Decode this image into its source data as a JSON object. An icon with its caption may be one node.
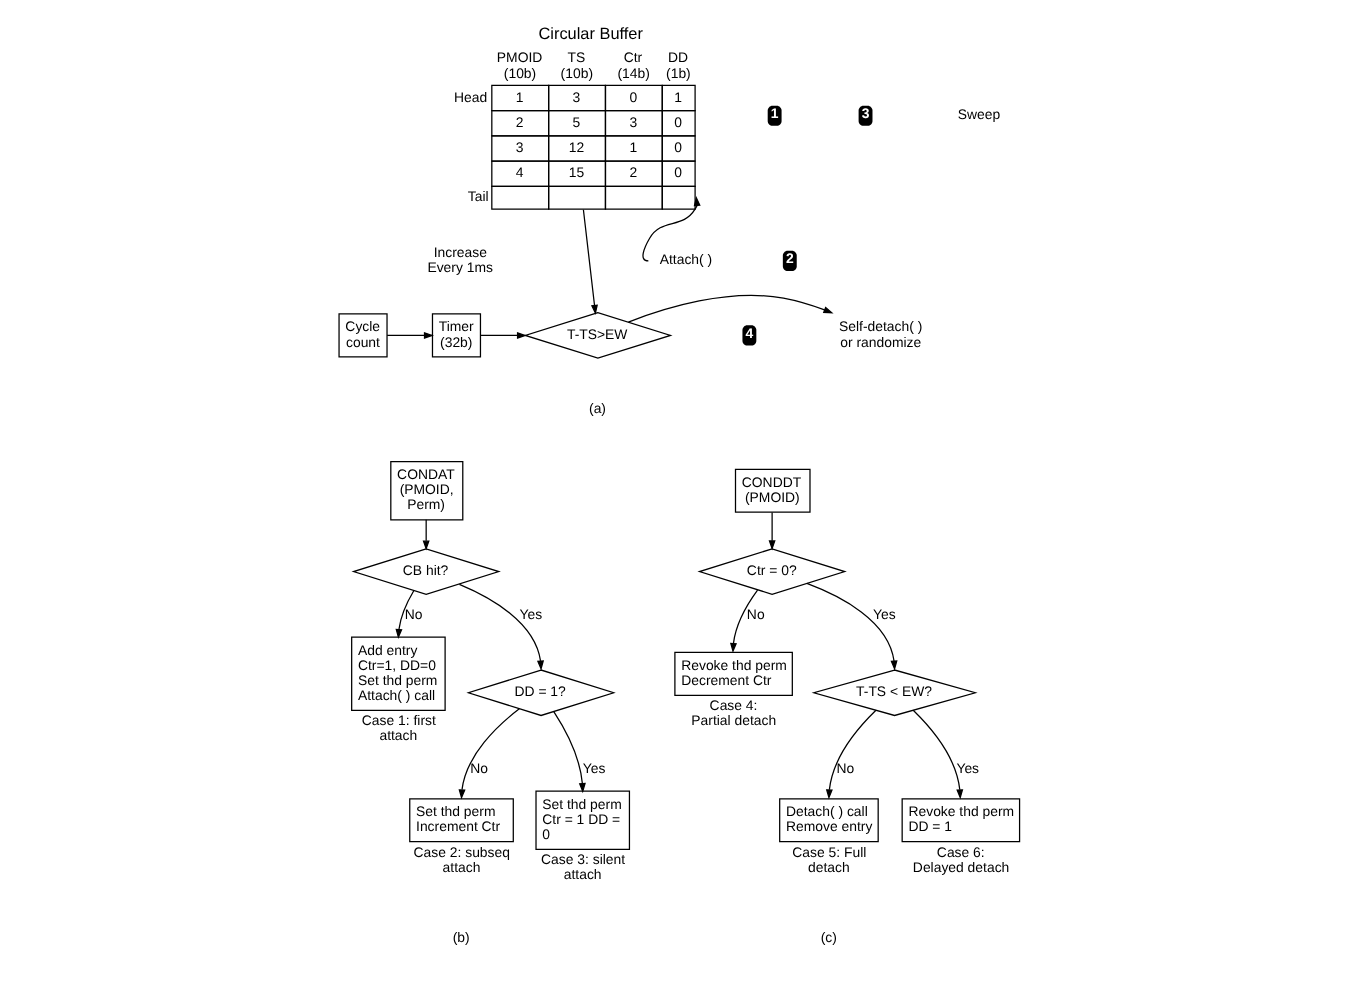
{
  "diagram": {
    "nodes": [
      {
        "text": [
          "Circular Buffer",
          "PMOID (10b)",
          "TS (10b)",
          "Ctr (14b)",
          "DD (1b)",
          "1",
          "3",
          "0",
          "1",
          "2",
          "5",
          "3",
          "0",
          "3",
          "12",
          "1",
          "0",
          "4",
          "15",
          "2",
          "0"
        ],
        "beside": [
          "Head",
          "Tail"
        ]
      },
      {
        "text": [
          "Attach( )"
        ]
      },
      {
        "text": [
          "Cycle count"
        ]
      },
      {
        "text": [
          "Timer (32b)"
        ]
      },
      {
        "text": [
          "T-TS>EW"
        ]
      },
      {
        "text": [
          "Self-detach( ) or randomize"
        ]
      },
      {
        "text": [
          "CONDAT (PMOID, Perm)"
        ]
      },
      {
        "text": [
          "CB hit?"
        ]
      },
      {
        "text": [
          "Add entry Ctr=1, DD=0 Set thd perm Attach( ) call"
        ],
        "beside": [
          "Case 1: first attach"
        ]
      },
      {
        "text": [
          "DD = 1?"
        ]
      },
      {
        "text": [
          "Set thd perm Increment Ctr"
        ],
        "beside": [
          "Case 2: subseq attach"
        ]
      },
      {
        "text": [
          "Set thd perm Ctr = 1 DD = 0"
        ],
        "beside": [
          "Case 3: silent attach"
        ]
      },
      {
        "text": [
          "CONDDT (PMOID)"
        ]
      },
      {
        "text": [
          "Ctr = 0?"
        ]
      },
      {
        "text": [
          "Revoke thd perm Decrement Ctr"
        ],
        "beside": [
          "Case 4: Partial detach"
        ]
      },
      {
        "text": [
          "T-TS < EW?"
        ]
      },
      {
        "text": [
          "Detach( ) call Remove entry"
        ],
        "beside": [
          "Case 5: Full detach"
        ]
      },
      {
        "text": [
          "Revoke thd perm DD = 1"
        ],
        "beside": [
          "Case 6: Delayed detach"
        ]
      }
    ],
    "edges": [
      {
        "from": 1,
        "to": 0,
        "arrow": "to"
      },
      {
        "from": 2,
        "to": 3,
        "arrow": "to"
      },
      {
        "from": 3,
        "to": 4,
        "arrow": "to"
      },
      {
        "from": 0,
        "to": 4,
        "arrow": "to"
      },
      {
        "from": 4,
        "to": 5,
        "arrow": "to"
      },
      {
        "from": 6,
        "to": 7,
        "arrow": "to"
      },
      {
        "from": 7,
        "to": 8,
        "arrow": "to",
        "label": "No"
      },
      {
        "from": 7,
        "to": 9,
        "arrow": "to",
        "label": "Yes"
      },
      {
        "from": 9,
        "to": 10,
        "arrow": "to",
        "label": "No"
      },
      {
        "from": 9,
        "to": 11,
        "arrow": "to",
        "label": "Yes"
      },
      {
        "from": 12,
        "to": 13,
        "arrow": "to"
      },
      {
        "from": 13,
        "to": 14,
        "arrow": "to",
        "label": "No"
      },
      {
        "from": 13,
        "to": 15,
        "arrow": "to",
        "label": "Yes"
      },
      {
        "from": 15,
        "to": 16,
        "arrow": "to",
        "label": "No"
      },
      {
        "from": 15,
        "to": 17,
        "arrow": "to",
        "label": "Yes"
      }
    ],
    "labels": [
      "3",
      "Sweep",
      "1",
      "2",
      "Increase Every 1ms",
      "4",
      "(a)",
      "(b)",
      "(c)"
    ]
  }
}
